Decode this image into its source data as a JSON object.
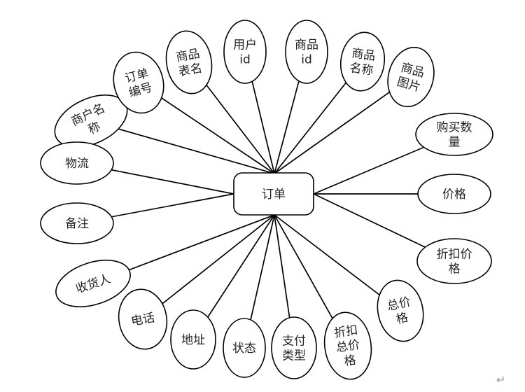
{
  "diagram": {
    "center": {
      "name": "订单"
    },
    "attributes": [
      {
        "id": "merchant-name",
        "lines": [
          "商户名",
          "称"
        ]
      },
      {
        "id": "order-number",
        "lines": [
          "订单",
          "编号"
        ]
      },
      {
        "id": "product-table-name",
        "lines": [
          "商品",
          "表名"
        ]
      },
      {
        "id": "user-id",
        "lines": [
          "用户",
          "id"
        ]
      },
      {
        "id": "product-id",
        "lines": [
          "商品",
          "id"
        ]
      },
      {
        "id": "product-name",
        "lines": [
          "商品",
          "名称"
        ]
      },
      {
        "id": "product-image",
        "lines": [
          "商品",
          "图片"
        ]
      },
      {
        "id": "purchase-quantity",
        "lines": [
          "购买数",
          "量"
        ]
      },
      {
        "id": "price",
        "lines": [
          "价格"
        ]
      },
      {
        "id": "discount-price",
        "lines": [
          "折扣价",
          "格"
        ]
      },
      {
        "id": "total-price",
        "lines": [
          "总价",
          "格"
        ]
      },
      {
        "id": "discount-total-price",
        "lines": [
          "折扣",
          "总价",
          "格"
        ]
      },
      {
        "id": "payment-type",
        "lines": [
          "支付",
          "类型"
        ]
      },
      {
        "id": "status",
        "lines": [
          "状态"
        ]
      },
      {
        "id": "address",
        "lines": [
          "地址"
        ]
      },
      {
        "id": "phone",
        "lines": [
          "电话"
        ]
      },
      {
        "id": "consignee",
        "lines": [
          "收货人"
        ]
      },
      {
        "id": "remarks",
        "lines": [
          "备注"
        ]
      },
      {
        "id": "logistics",
        "lines": [
          "物流"
        ]
      }
    ]
  },
  "paragraph_mark": "↵",
  "colors": {
    "stroke": "#000000",
    "text": "#222222",
    "background": "#ffffff",
    "mark": "#9a9a9a"
  }
}
